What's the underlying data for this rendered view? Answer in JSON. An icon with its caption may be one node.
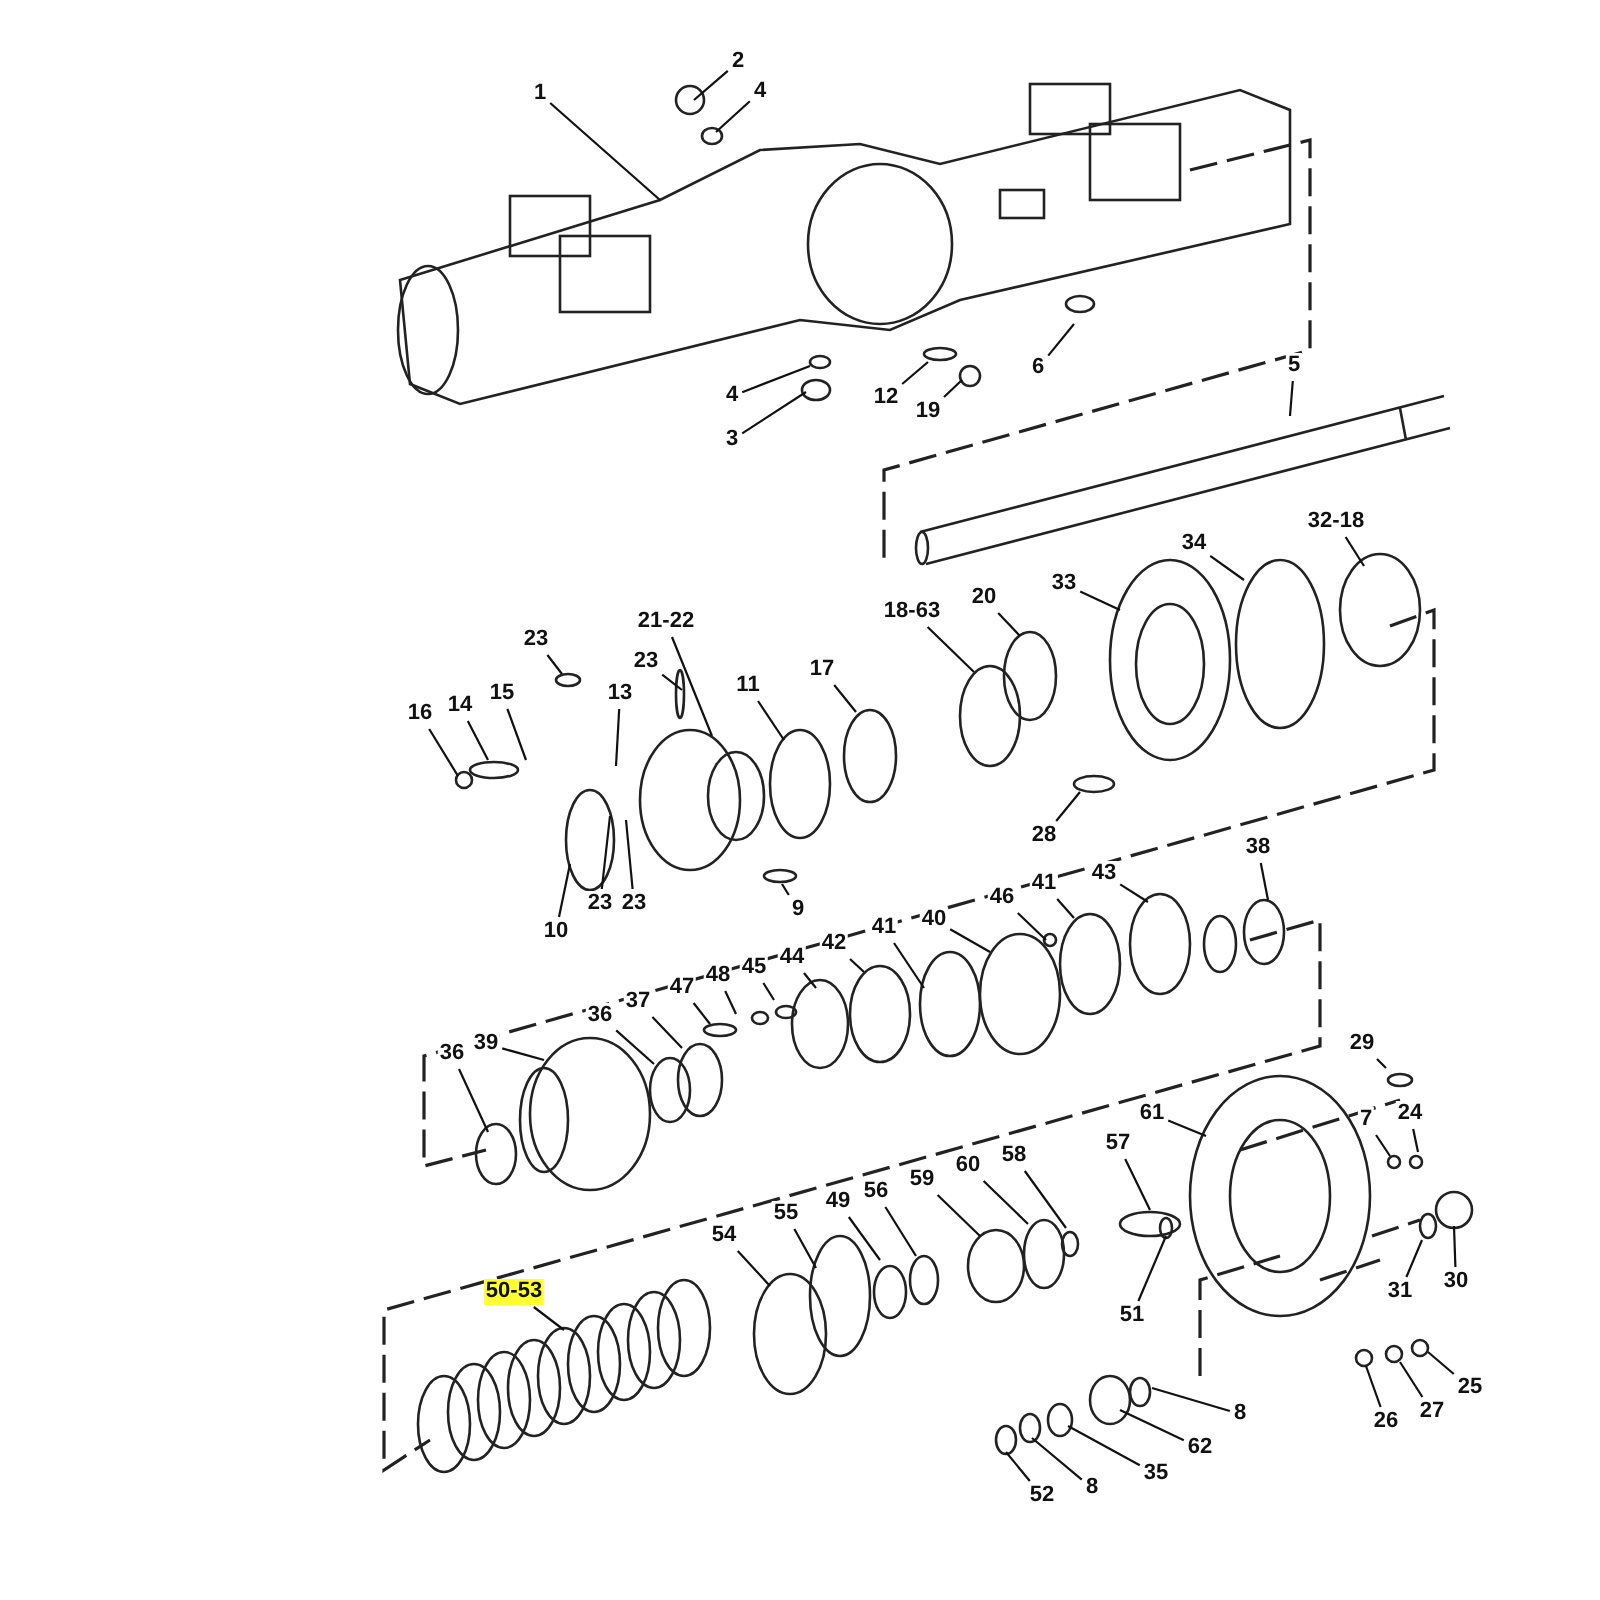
{
  "diagram": {
    "nodes": [
      {
        "text": [
          "1"
        ]
      },
      {
        "text": [
          "2"
        ]
      },
      {
        "text": [
          "4"
        ]
      },
      {
        "text": [
          "4"
        ]
      },
      {
        "text": [
          "3"
        ]
      },
      {
        "text": [
          "12"
        ]
      },
      {
        "text": [
          "19"
        ]
      },
      {
        "text": [
          "6"
        ]
      },
      {
        "text": [
          "5"
        ]
      },
      {
        "text": [
          "32-18"
        ]
      },
      {
        "text": [
          "34"
        ]
      },
      {
        "text": [
          "33"
        ]
      },
      {
        "text": [
          "20"
        ]
      },
      {
        "text": [
          "18-63"
        ]
      },
      {
        "text": [
          "17"
        ]
      },
      {
        "text": [
          "11"
        ]
      },
      {
        "text": [
          "21-22"
        ]
      },
      {
        "text": [
          "23"
        ]
      },
      {
        "text": [
          "23"
        ]
      },
      {
        "text": [
          "13"
        ]
      },
      {
        "text": [
          "15"
        ]
      },
      {
        "text": [
          "14"
        ]
      },
      {
        "text": [
          "16"
        ]
      },
      {
        "text": [
          "10"
        ]
      },
      {
        "text": [
          "23"
        ]
      },
      {
        "text": [
          "23"
        ]
      },
      {
        "text": [
          "9"
        ]
      },
      {
        "text": [
          "28"
        ]
      },
      {
        "text": [
          "38"
        ]
      },
      {
        "text": [
          "43"
        ]
      },
      {
        "text": [
          "41"
        ]
      },
      {
        "text": [
          "46"
        ]
      },
      {
        "text": [
          "40"
        ]
      },
      {
        "text": [
          "41"
        ]
      },
      {
        "text": [
          "42"
        ]
      },
      {
        "text": [
          "44"
        ]
      },
      {
        "text": [
          "45"
        ]
      },
      {
        "text": [
          "48"
        ]
      },
      {
        "text": [
          "47"
        ]
      },
      {
        "text": [
          "37"
        ]
      },
      {
        "text": [
          "36"
        ]
      },
      {
        "text": [
          "39"
        ]
      },
      {
        "text": [
          "36"
        ]
      },
      {
        "text": [
          "29"
        ]
      },
      {
        "text": [
          "24"
        ]
      },
      {
        "text": [
          "7"
        ]
      },
      {
        "text": [
          "61"
        ]
      },
      {
        "text": [
          "57"
        ]
      },
      {
        "text": [
          "58"
        ]
      },
      {
        "text": [
          "60"
        ]
      },
      {
        "text": [
          "59"
        ]
      },
      {
        "text": [
          "56"
        ]
      },
      {
        "text": [
          "49"
        ]
      },
      {
        "text": [
          "55"
        ]
      },
      {
        "text": [
          "54"
        ]
      },
      {
        "text": [
          "50-53"
        ]
      },
      {
        "text": [
          "51"
        ]
      },
      {
        "text": [
          "31"
        ]
      },
      {
        "text": [
          "30"
        ]
      },
      {
        "text": [
          "25"
        ]
      },
      {
        "text": [
          "27"
        ]
      },
      {
        "text": [
          "26"
        ]
      },
      {
        "text": [
          "8"
        ]
      },
      {
        "text": [
          "62"
        ]
      },
      {
        "text": [
          "35"
        ]
      },
      {
        "text": [
          "8"
        ]
      },
      {
        "text": [
          "52"
        ]
      }
    ],
    "edges": [
      {
        "from": 0,
        "to": null,
        "arrow": "none"
      },
      {
        "from": 1,
        "to": null,
        "arrow": "none"
      },
      {
        "from": 2,
        "to": null,
        "arrow": "none"
      },
      {
        "from": 3,
        "to": null,
        "arrow": "none"
      },
      {
        "from": 4,
        "to": null,
        "arrow": "none"
      },
      {
        "from": 5,
        "to": null,
        "arrow": "none"
      },
      {
        "from": 6,
        "to": null,
        "arrow": "none"
      },
      {
        "from": 7,
        "to": null,
        "arrow": "none"
      },
      {
        "from": 8,
        "to": null,
        "arrow": "none"
      },
      {
        "from": 9,
        "to": null,
        "arrow": "none"
      },
      {
        "from": 10,
        "to": null,
        "arrow": "none"
      },
      {
        "from": 11,
        "to": null,
        "arrow": "none"
      },
      {
        "from": 12,
        "to": null,
        "arrow": "none"
      },
      {
        "from": 13,
        "to": null,
        "arrow": "none"
      },
      {
        "from": 14,
        "to": null,
        "arrow": "none"
      },
      {
        "from": 15,
        "to": null,
        "arrow": "none"
      },
      {
        "from": 16,
        "to": null,
        "arrow": "none"
      },
      {
        "from": 17,
        "to": null,
        "arrow": "none"
      },
      {
        "from": 18,
        "to": null,
        "arrow": "none"
      },
      {
        "from": 19,
        "to": null,
        "arrow": "none"
      },
      {
        "from": 20,
        "to": null,
        "arrow": "none"
      },
      {
        "from": 21,
        "to": null,
        "arrow": "none"
      },
      {
        "from": 22,
        "to": null,
        "arrow": "none"
      },
      {
        "from": 23,
        "to": null,
        "arrow": "none"
      },
      {
        "from": 24,
        "to": null,
        "arrow": "none"
      },
      {
        "from": 25,
        "to": null,
        "arrow": "none"
      },
      {
        "from": 26,
        "to": null,
        "arrow": "none"
      },
      {
        "from": 27,
        "to": null,
        "arrow": "none"
      },
      {
        "from": 28,
        "to": null,
        "arrow": "none"
      },
      {
        "from": 29,
        "to": null,
        "arrow": "none"
      },
      {
        "from": 30,
        "to": null,
        "arrow": "none"
      },
      {
        "from": 31,
        "to": null,
        "arrow": "none"
      },
      {
        "from": 32,
        "to": null,
        "arrow": "none"
      },
      {
        "from": 33,
        "to": null,
        "arrow": "none"
      },
      {
        "from": 34,
        "to": null,
        "arrow": "none"
      },
      {
        "from": 35,
        "to": null,
        "arrow": "none"
      },
      {
        "from": 36,
        "to": null,
        "arrow": "none"
      },
      {
        "from": 37,
        "to": null,
        "arrow": "none"
      },
      {
        "from": 38,
        "to": null,
        "arrow": "none"
      },
      {
        "from": 39,
        "to": null,
        "arrow": "none"
      },
      {
        "from": 40,
        "to": null,
        "arrow": "none"
      },
      {
        "from": 41,
        "to": null,
        "arrow": "none"
      },
      {
        "from": 42,
        "to": null,
        "arrow": "none"
      },
      {
        "from": 43,
        "to": null,
        "arrow": "none"
      },
      {
        "from": 44,
        "to": null,
        "arrow": "none"
      },
      {
        "from": 45,
        "to": null,
        "arrow": "none"
      },
      {
        "from": 46,
        "to": null,
        "arrow": "none"
      },
      {
        "from": 47,
        "to": null,
        "arrow": "none"
      },
      {
        "from": 48,
        "to": null,
        "arrow": "none"
      },
      {
        "from": 49,
        "to": null,
        "arrow": "none"
      },
      {
        "from": 50,
        "to": null,
        "arrow": "none"
      },
      {
        "from": 51,
        "to": null,
        "arrow": "none"
      },
      {
        "from": 52,
        "to": null,
        "arrow": "none"
      },
      {
        "from": 53,
        "to": null,
        "arrow": "none"
      },
      {
        "from": 54,
        "to": null,
        "arrow": "none"
      },
      {
        "from": 55,
        "to": null,
        "arrow": "none"
      },
      {
        "from": 56,
        "to": null,
        "arrow": "none"
      },
      {
        "from": 57,
        "to": null,
        "arrow": "none"
      },
      {
        "from": 58,
        "to": null,
        "arrow": "none"
      },
      {
        "from": 59,
        "to": null,
        "arrow": "none"
      },
      {
        "from": 60,
        "to": null,
        "arrow": "none"
      },
      {
        "from": 61,
        "to": null,
        "arrow": "none"
      },
      {
        "from": 62,
        "to": null,
        "arrow": "none"
      },
      {
        "from": 63,
        "to": null,
        "arrow": "none"
      },
      {
        "from": 64,
        "to": null,
        "arrow": "none"
      },
      {
        "from": 65,
        "to": null,
        "arrow": "none"
      },
      {
        "from": 66,
        "to": null,
        "arrow": "none"
      }
    ]
  }
}
